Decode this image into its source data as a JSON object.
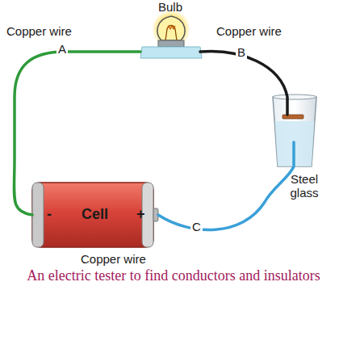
{
  "diagram": {
    "caption": "An electric tester to find conductors and insulators",
    "nodes": [
      {
        "text": [
          "Bulb"
        ]
      },
      {
        "text": [
          "-",
          "Cell",
          "+"
        ]
      },
      {
        "text": [
          "Steel glass"
        ]
      }
    ],
    "edges": [
      {
        "from": 1,
        "to": 0,
        "arrow": "none",
        "label": "A"
      },
      {
        "from": 0,
        "to": 2,
        "arrow": "none",
        "label": "B"
      },
      {
        "from": 1,
        "to": 2,
        "arrow": "none",
        "label": "C"
      }
    ],
    "labels": [
      "Copper wire",
      "Copper wire",
      "Copper wire"
    ]
  }
}
